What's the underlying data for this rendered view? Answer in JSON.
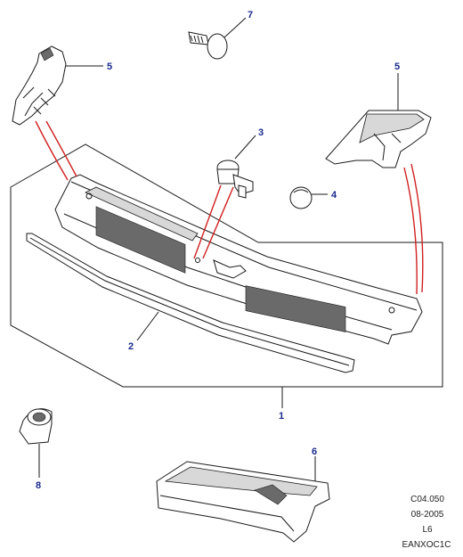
{
  "callouts": {
    "c1": "1",
    "c2": "2",
    "c3": "3",
    "c4": "4",
    "c5a": "5",
    "c5b": "5",
    "c6": "6",
    "c7": "7",
    "c8": "8"
  },
  "reference": {
    "code": "C04.050",
    "date": "08-2005",
    "engine": "L6",
    "figure_id": "EANXOC1C"
  },
  "colors": {
    "callout": "#1a2a8c",
    "lead_line": "#d02020",
    "outline": "#1a1a1a"
  }
}
